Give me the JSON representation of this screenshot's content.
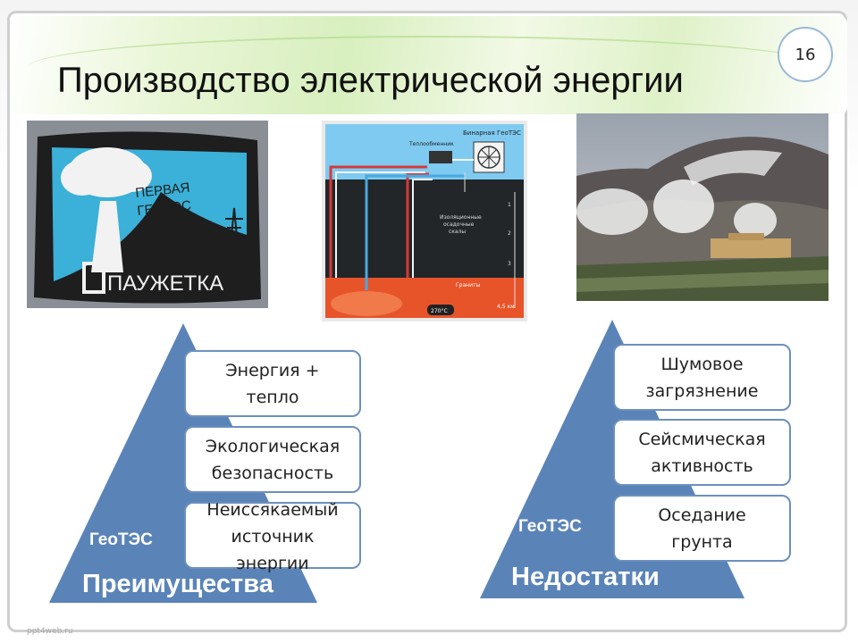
{
  "slide": {
    "title": "Производство электрической энергии",
    "page_number": "16"
  },
  "images": {
    "badge": {
      "line1": "ПЕРВАЯ",
      "line2": "ГЕОТЭС",
      "name": "ПАУЖЕТКА"
    },
    "diagram": {
      "title": "Бинарная ГеоТЭС",
      "heat_exchanger": "Теплообменник",
      "rock_label_1": "Изоляционные",
      "rock_label_2": "осадочные",
      "rock_label_3": "скалы",
      "granite": "Граниты",
      "depth": "4,5 км",
      "temperature": "270°C",
      "scale": [
        "1",
        "2",
        "3"
      ]
    }
  },
  "advantages": {
    "geotes_label": "ГеоТЭС",
    "heading": "Преимущества",
    "items": [
      [
        "Энергия +",
        "тепло"
      ],
      [
        "Экологическая",
        "безопасность"
      ],
      [
        "Неиссякаемый",
        "источник",
        "энергии"
      ]
    ]
  },
  "disadvantages": {
    "geotes_label": "ГеоТЭС",
    "heading": "Недостатки",
    "items": [
      [
        "Шумовое",
        "загрязнение"
      ],
      [
        "Сейсмическая",
        "активность"
      ],
      [
        "Оседание",
        "грунта"
      ]
    ]
  },
  "footer": {
    "source": "ppt4web.ru"
  },
  "colors": {
    "triangle": "#5a84b8",
    "box_border": "#6c90bd",
    "badge_sky": "#3bb0d8",
    "badge_dark": "#1e1e1e"
  }
}
